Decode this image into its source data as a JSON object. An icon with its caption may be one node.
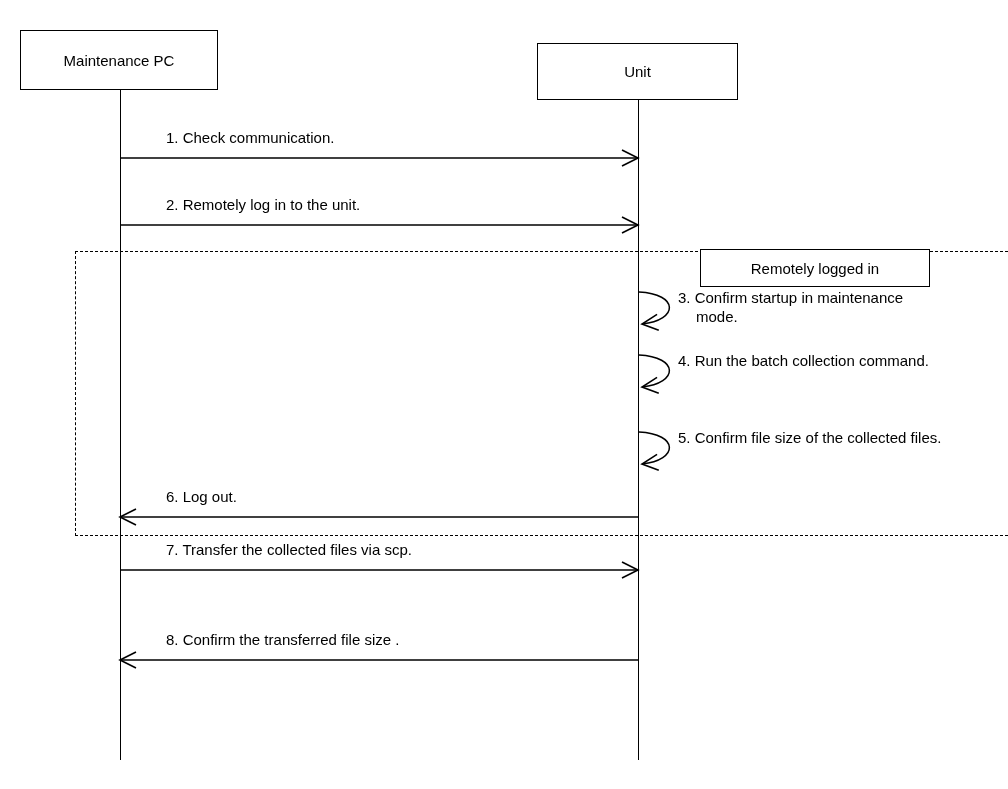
{
  "diagram": {
    "nodes": [
      {
        "text": [
          "Maintenance PC"
        ]
      },
      {
        "text": [
          "Unit"
        ]
      },
      {
        "text": [
          "Remotely logged in"
        ]
      }
    ],
    "edges": [
      {
        "from": 0,
        "to": 1,
        "arrow": "to",
        "label": "1. Check communication."
      },
      {
        "from": 0,
        "to": 1,
        "arrow": "to",
        "label": "2. Remotely log in to the unit."
      },
      {
        "from": 1,
        "to": 1,
        "arrow": "to",
        "label": "3. Confirm startup in maintenance mode."
      },
      {
        "from": 1,
        "to": 1,
        "arrow": "to",
        "label": "4. Run the batch collection command."
      },
      {
        "from": 1,
        "to": 1,
        "arrow": "to",
        "label": "5. Confirm file size of the collected files."
      },
      {
        "from": 1,
        "to": 0,
        "arrow": "to",
        "label": "6. Log out."
      },
      {
        "from": 0,
        "to": 1,
        "arrow": "to",
        "label": "7. Transfer the collected files via scp."
      },
      {
        "from": 1,
        "to": 0,
        "arrow": "to",
        "label": "8. Confirm the transferred file size ."
      }
    ]
  }
}
